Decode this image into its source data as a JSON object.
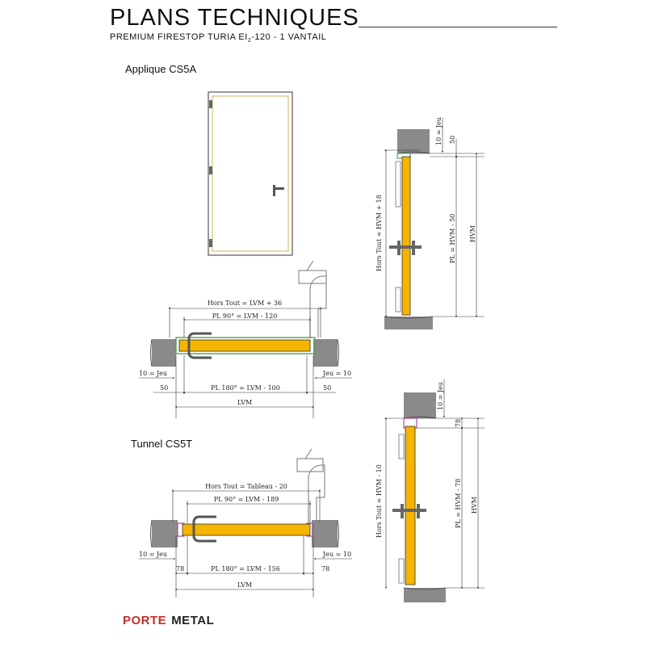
{
  "header": {
    "title": "PLANS TECHNIQUES",
    "subtitle": "PREMIUM FIRESTOP  TURIA EI",
    "subtitle_sub": "2",
    "subtitle_end": "-120 - 1 VANTAIL"
  },
  "sections": {
    "applique": "Applique CS5A",
    "tunnel": "Tunnel CS5T"
  },
  "cs5a_plan": {
    "hors_tout": "Hors Tout = LVM + 36",
    "pl90": "PL 90° = LVM - 120",
    "jeu_left": "10 = Jeu",
    "jeu_right": "Jeu = 10",
    "left_50": "50",
    "pl180": "PL 180° = LVM - 100",
    "right_50": "50",
    "lvm": "LVM"
  },
  "cs5a_section": {
    "jeu_top": "10 = Jeu",
    "top_50": "50",
    "hors_tout": "Hors Tout = HVM + 18",
    "pl": "PL = HVM - 50",
    "hvm": "HVM"
  },
  "cs5t_plan": {
    "hors_tout": "Hors Tout = Tableau - 20",
    "pl90": "PL 90° = LVM - 189",
    "jeu_left": "10 = Jeu",
    "jeu_right": "Jeu = 10",
    "left_78": "78",
    "pl180": "PL 180° = LVM - 156",
    "right_78": "78",
    "lvm": "LVM"
  },
  "cs5t_section": {
    "jeu_top": "10 = Jeu",
    "top_78": "78",
    "hors_tout": "Hors Tout = HVM - 10",
    "pl": "PL = HVM - 78",
    "hvm": "HVM"
  },
  "logo": {
    "part1": "PORTE",
    "part2": "METAL"
  },
  "colors": {
    "door_leaf": "#f5b400",
    "wall": "#8a8a8a",
    "frame_seal": "#5aa05a",
    "tunnel_frame": "#b04aa0",
    "logo_red": "#c62b2b"
  }
}
